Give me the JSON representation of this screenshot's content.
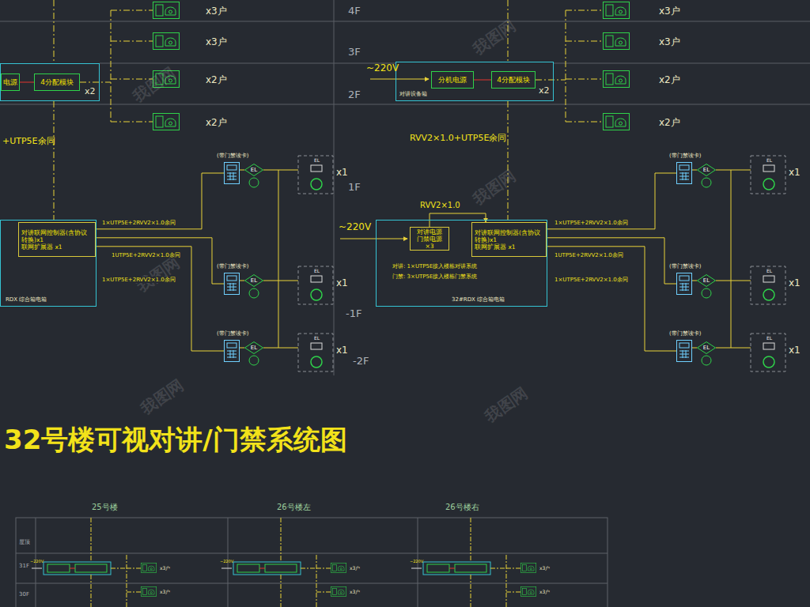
{
  "diagram": {
    "title": "32号楼可视对讲/门禁系统图",
    "nodes": [
      {
        "text": [
          "x2"
        ]
      },
      {
        "text": [
          "电源"
        ],
        "in": 0
      },
      {
        "text": [
          "4分配模块"
        ],
        "in": 0
      },
      {
        "text": [
          "对讲设备箱",
          "x2"
        ]
      },
      {
        "text": [
          "分机电源"
        ],
        "in": 3
      },
      {
        "text": [
          "4分配模块"
        ],
        "in": 3
      },
      {
        "text": [
          "RDX 综合箱电箱"
        ]
      },
      {
        "text": [
          "对讲联网控制器(含协议转换)x1",
          "联网扩展器 x1"
        ],
        "in": 6
      },
      {
        "text": [
          "对讲: 1×UTP5E接入楼栋对讲系统",
          "门禁: 3×UTP5E接入楼栋门禁系统",
          "32#RDX 综合箱电箱"
        ]
      },
      {
        "text": [
          "对讲电源",
          "门禁电源×3"
        ],
        "in": 8
      },
      {
        "text": [
          "对讲联网控制器(含协议转换)x1",
          "联网扩展器 x1"
        ],
        "in": 8
      },
      {
        "text": [
          "(带门禁读卡)"
        ]
      },
      {
        "text": [
          "EL"
        ]
      },
      {
        "text": [
          "(带门禁读卡)"
        ]
      },
      {
        "text": [
          "EL"
        ]
      },
      {
        "text": [
          "(带门禁读卡)"
        ]
      },
      {
        "text": [
          "EL"
        ]
      },
      {
        "text": [
          "(带门禁读卡)"
        ]
      },
      {
        "text": [
          "EL"
        ]
      },
      {
        "text": [
          "(带门禁读卡)"
        ]
      },
      {
        "text": [
          "EL"
        ]
      },
      {
        "text": [
          "(带门禁读卡)"
        ]
      },
      {
        "text": [
          "EL"
        ]
      }
    ],
    "edges": [
      {
        "from": 1,
        "to": 2,
        "arrow": "none"
      },
      {
        "from": 4,
        "to": 5,
        "arrow": "none"
      },
      {
        "from": 9,
        "to": 10,
        "label": "RVV2×1.0",
        "arrow": "to"
      },
      {
        "from": 7,
        "to": 11,
        "label": "1×UTP5E+2RVV2×1.0余同",
        "arrow": "none"
      },
      {
        "from": 7,
        "to": 13,
        "label": "1UTP5E+2RVV2×1.0余同",
        "arrow": "none"
      },
      {
        "from": 7,
        "to": 15,
        "label": "1×UTP5E+2RVV2×1.0余同",
        "arrow": "none"
      },
      {
        "from": 10,
        "to": 17,
        "label": "1×UTP5E+2RVV2×1.0余同",
        "arrow": "none"
      },
      {
        "from": 10,
        "to": 19,
        "label": "1UTP5E+2RVV2×1.0余同",
        "arrow": "none"
      },
      {
        "from": 10,
        "to": 21,
        "label": "1×UTP5E+2RVV2×1.0余同",
        "arrow": "none"
      },
      {
        "from": 11,
        "to": 12,
        "arrow": "none"
      },
      {
        "from": 13,
        "to": 14,
        "arrow": "none"
      },
      {
        "from": 15,
        "to": 16,
        "arrow": "none"
      },
      {
        "from": 17,
        "to": 18,
        "arrow": "none"
      },
      {
        "from": 19,
        "to": 20,
        "arrow": "none"
      },
      {
        "from": 21,
        "to": 22,
        "arrow": "none"
      }
    ],
    "labels": [
      "4F",
      "3F",
      "2F",
      "1F",
      "-1F",
      "-2F",
      "x3户",
      "x3户",
      "x2户",
      "x2户",
      "x3户",
      "x3户",
      "x2户",
      "x2户",
      "+UTP5E余同",
      "RVV2×1.0+UTP5E余同",
      "~220V",
      "~220V",
      "EL",
      "EL",
      "EL",
      "EL",
      "EL",
      "EL",
      "x1",
      "x1",
      "x1",
      "x1",
      "x1",
      "x1",
      "25号楼",
      "26号楼左",
      "26号楼右",
      "屋顶",
      "31F",
      "30F",
      "~220V",
      "~220V",
      "~220V",
      "x3户",
      "x3户",
      "x3户",
      "x3户",
      "x3户",
      "x3户",
      "我图网",
      "我图网",
      "我图网",
      "我图网",
      "我图网",
      "我图网"
    ]
  }
}
